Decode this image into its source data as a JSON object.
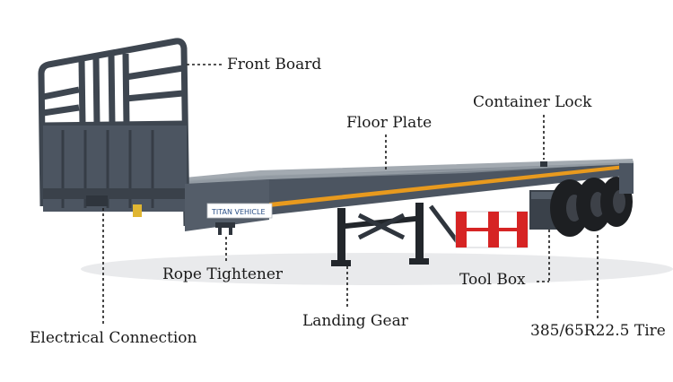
{
  "labels": {
    "front_board": "Front Board",
    "floor_plate": "Floor Plate",
    "container_lock": "Container Lock",
    "rope_tightener": "Rope Tightener",
    "tool_box": "Tool Box",
    "landing_gear": "Landing Gear",
    "electrical_connection": "Electrical Connection",
    "tire": "385/65R22.5 Tire"
  },
  "brand_plate": "TITAN VEHICLE",
  "colors": {
    "trailer_body": "#4c5561",
    "trailer_dark": "#2f353d",
    "deck_top": "#8a929b",
    "stripe_orange": "#e89a1e",
    "tire": "#1d1f22",
    "reflector_red": "#d62424",
    "leader_line": "#1a1a1a"
  }
}
